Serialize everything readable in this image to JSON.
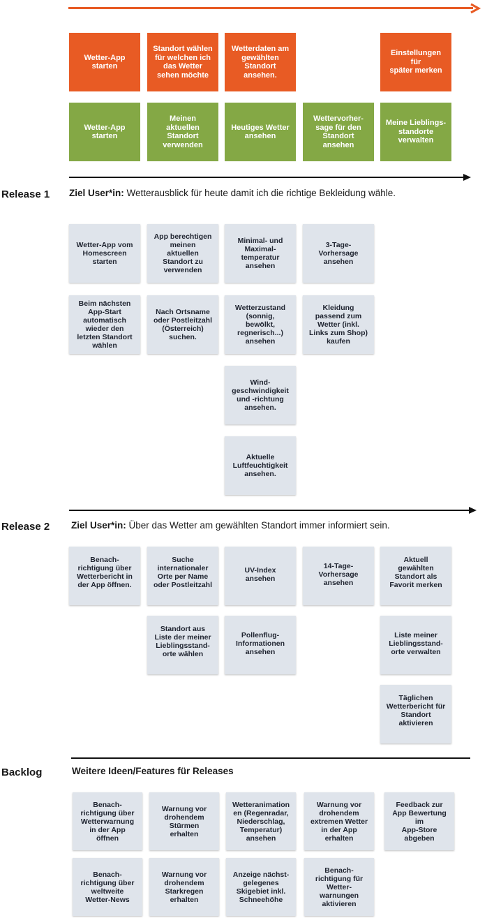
{
  "colors": {
    "activity": "#e85b24",
    "task": "#84a845",
    "story": "#dfe4eb",
    "timeline": "#e85b24"
  },
  "activities": [
    "Wetter-App\nstarten",
    "Standort wählen\nfür welchen ich\ndas Wetter\nsehen möchte",
    "Wetterdaten am\ngewählten\nStandort\nansehen.",
    "Einstellungen\nfür\nspäter merken"
  ],
  "tasks": [
    "Wetter-App\nstarten",
    "Meinen\naktuellen\nStandort\nverwenden",
    "Heutiges Wetter\nansehen",
    "Wettervorher-\nsage für den\nStandort\nansehen",
    "Meine Lieblings-\nstandorte\nverwalten"
  ],
  "release1": {
    "label": "Release 1",
    "goal_prefix": "Ziel User*in:",
    "goal_text": " Wetterausblick für heute damit ich die richtige Bekleidung wähle.",
    "stories": [
      "Wetter-App vom\nHomescreen\nstarten",
      "App berechtigen\nmeinen\naktuellen\nStandort zu\nverwenden",
      "Minimal- und\nMaximal-\ntemperatur\nansehen",
      "3-Tage-\nVorhersage\nansehen",
      "Beim nächsten\nApp-Start\nautomatisch\nwieder den\nletzten Standort\nwählen",
      "Nach Ortsname\noder Postleitzahl\n(Österreich)\nsuchen.",
      "Wetterzustand\n(sonnig,\nbewölkt,\nregnerisch...)\nansehen",
      "Kleidung\npassend zum\nWetter (inkl.\nLinks zum Shop)\nkaufen",
      "Wind-\ngeschwindigkeit\nund -richtung\nansehen.",
      "Aktuelle\nLuftfeuchtigkeit\nansehen."
    ]
  },
  "release2": {
    "label": "Release 2",
    "goal_prefix": "Ziel User*in:",
    "goal_text": " Über das Wetter am gewählten Standort immer informiert sein.",
    "stories": [
      "Benach-\nrichtigung über\nWetterbericht in\nder App öffnen.",
      "Suche\ninternationaler\nOrte per Name\noder Postleitzahl",
      "UV-Index\nansehen",
      "14-Tage-\nVorhersage\nansehen",
      "Aktuell\ngewählten\nStandort als\nFavorit merken",
      "Standort aus\nListe der meiner\nLieblingsstand-\norte wählen",
      "Pollenflug-\nInformationen\nansehen",
      "Liste meiner\nLieblingsstand-\norte verwalten",
      "Täglichen\nWetterbericht für\nStandort\naktivieren"
    ]
  },
  "backlog": {
    "label": "Backlog",
    "title": "Weitere Ideen/Features für Releases",
    "stories": [
      "Benach-\nrichtigung über\nWetterwarnung\nin der App\nöffnen",
      "Warnung vor\ndrohendem\nStürmen\nerhalten",
      "Wetteranimation\nen (Regenradar,\nNiederschlag,\nTemperatur)\nansehen",
      "Warnung vor\ndrohendem\nextremen Wetter\nin der App\nerhalten",
      "Feedback zur\nApp Bewertung\nim\nApp-Store\nabgeben",
      "Benach-\nrichtigung über\nweltweite\nWetter-News",
      "Warnung vor\ndrohendem\nStarkregen\nerhalten",
      "Anzeige nächst-\ngelegenes\nSkigebiet inkl.\nSchneehöhe",
      "Benach-\nrichtigung für\nWetter-\nwarnungen\naktivieren"
    ]
  }
}
